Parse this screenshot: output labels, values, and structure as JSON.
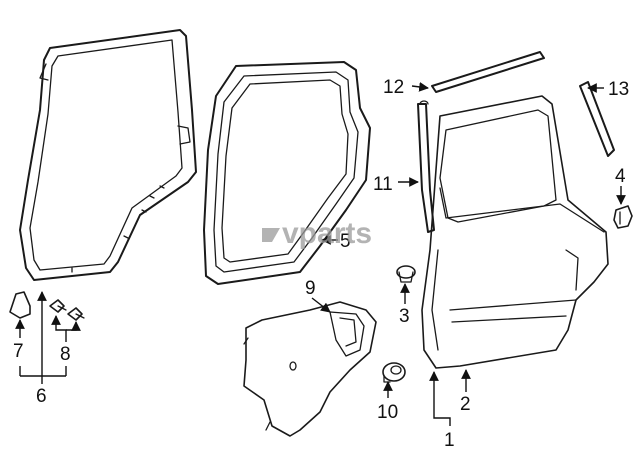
{
  "watermark": "vparts",
  "colors": {
    "line": "#1a1a1a",
    "background": "#ffffff",
    "watermark": "#9a9a9a"
  },
  "callouts": [
    "1",
    "2",
    "3",
    "4",
    "5",
    "6",
    "7",
    "8",
    "9",
    "10",
    "11",
    "12",
    "13"
  ]
}
